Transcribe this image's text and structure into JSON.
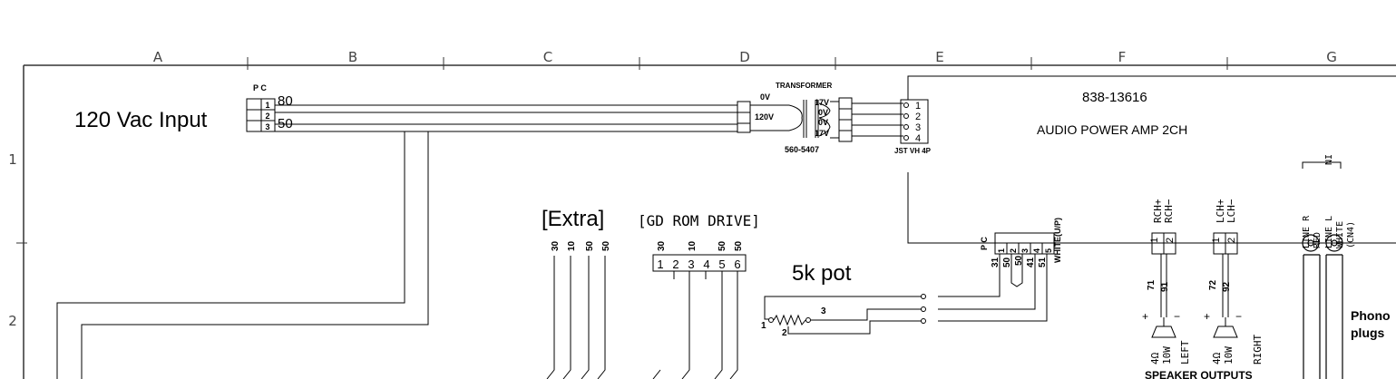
{
  "frame": {
    "columns": [
      "A",
      "B",
      "C",
      "D",
      "E",
      "F",
      "G"
    ],
    "rows": [
      "1",
      "2"
    ]
  },
  "power_input": {
    "title": "120 Vac Input",
    "pc_label": "P  C",
    "pins": [
      "1",
      "2",
      "3"
    ],
    "wire_80": "80",
    "wire_50": "50"
  },
  "transformer": {
    "title": "TRANSFORMER",
    "primary_0v": "0V",
    "primary_120v": "120V",
    "secondary": [
      "17V",
      "0V",
      "0V",
      "17V"
    ],
    "part_number": "560-5407"
  },
  "jst": {
    "pins": [
      "1",
      "2",
      "3",
      "4"
    ],
    "label": "JST VH 4P"
  },
  "amp": {
    "part_number": "838-13616",
    "title": "AUDIO POWER AMP 2CH"
  },
  "extra": {
    "title": "[Extra]",
    "wires": [
      "30",
      "10",
      "50",
      "50"
    ]
  },
  "gd_rom": {
    "title": "[GD ROM DRIVE]",
    "wires": [
      "30",
      "10",
      "50",
      "50"
    ],
    "pins": [
      "1",
      "2",
      "3",
      "4",
      "5",
      "6"
    ]
  },
  "pot": {
    "title": "5k pot",
    "pins": [
      "1",
      "2",
      "3"
    ]
  },
  "volume_conn": {
    "pc_label": "P C",
    "pins": [
      "1",
      "2",
      "3",
      "4",
      "5"
    ],
    "wires": [
      "31",
      "50",
      "50",
      "41",
      "51"
    ],
    "note": "WHITE(U/P)"
  },
  "rch": {
    "labels": [
      "RCH+",
      "RCH−"
    ],
    "pins": [
      "1",
      "2"
    ],
    "wires": [
      "71",
      "91"
    ]
  },
  "lch": {
    "labels": [
      "LCH+",
      "LCH−"
    ],
    "pins": [
      "1",
      "2"
    ],
    "wires": [
      "72",
      "92"
    ]
  },
  "line_in": {
    "group": "IN",
    "labels": [
      "LINE R",
      "RED",
      "LINE L",
      "WHITE",
      "(CN4)"
    ]
  },
  "speakers": {
    "left_rating": [
      "4Ω",
      "10W"
    ],
    "right_rating": [
      "4Ω",
      "10W"
    ],
    "left_label": "LEFT",
    "right_label": "RIGHT",
    "plus": "+",
    "minus": "−",
    "caption": "SPEAKER OUTPUTS"
  },
  "phono": {
    "line1": "Phono",
    "line2": "plugs"
  }
}
